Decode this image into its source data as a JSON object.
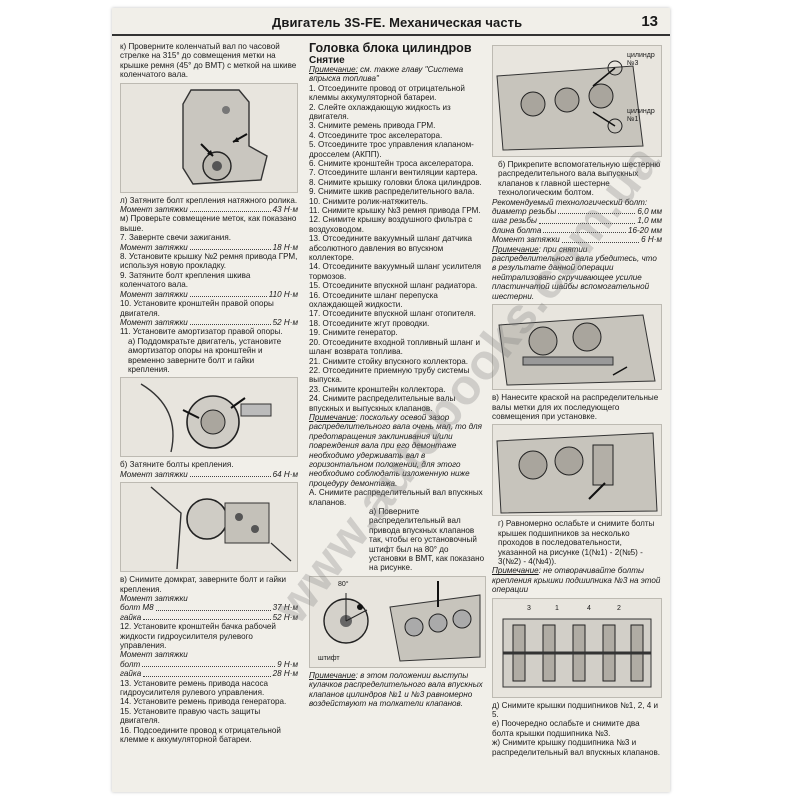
{
  "header": {
    "title": "Двигатель 3S-FE. Механическая часть",
    "page_number": "13"
  },
  "col1": {
    "k": "к) Проверните коленчатый вал по часовой стрелке на 315° до совмещения метки на крышке ремня (45° до ВМТ) с меткой на шкиве коленчатого вала.",
    "l": "л) Затяните болт крепления натяжного ролика.",
    "t1_label": "Момент затяжки",
    "t1_value": "43 Н·м",
    "m": "м) Проверьте совмещение меток, как показано выше.",
    "s7": "7. Завернте свечи зажигания.",
    "t2_label": "Момент затяжки",
    "t2_value": "18 Н·м",
    "s8": "8. Установите крышку №2 ремня привода ГРМ, используя новую прокладку.",
    "s9": "9. Затяните болт крепления шкива коленчатого вала.",
    "t3_label": "Момент затяжки",
    "t3_value": "110 Н·м",
    "s10": "10. Установите кронштейн правой опоры двигателя.",
    "t4_label": "Момент затяжки",
    "t4_value": "52 Н·м",
    "s11": "11. Установите амортизатор правой опоры.",
    "a": "а) Поддомкратьте двигатель, установите амортизатор опоры на кронштейн и временно заверните болт и гайки крепления.",
    "b": "б) Затяните болты крепления.",
    "t5_label": "Момент затяжки",
    "t5_value": "64 Н·м",
    "v": "в) Снимите домкрат, заверните болт и гайки крепления.",
    "t6_label": "Момент затяжки",
    "t6a_label": "болт М8",
    "t6a_value": "37 Н·м",
    "t6b_label": "гайка",
    "t6b_value": "52 Н·м",
    "s12": "12. Установите кронштейн бачка рабочей жидкости гидроусилителя рулевого управления.",
    "t7_label": "Момент затяжки",
    "t7a_label": "болт",
    "t7a_value": "9 Н·м",
    "t7b_label": "гайка",
    "t7b_value": "28 Н·м",
    "s13": "13. Установите ремень привода насоса гидроусилителя рулевого управления.",
    "s14": "14. Установите ремень привода генератора.",
    "s15": "15. Установите правую часть защиты двигателя.",
    "s16": "16. Подсоедините провод к отрицательной клемме к аккумуляторной батареи."
  },
  "col2": {
    "title": "Головка блока цилиндров",
    "subtitle": "Снятие",
    "note1_label": "Примечание:",
    "note1_text": " см. также главу \"Система впрыска топлива\"",
    "steps": [
      "1. Отсоедините провод от отрицательной клеммы аккумуляторной батареи.",
      "2. Слейте охлаждающую жидкость из двигателя.",
      "3. Снимите ремень привода ГРМ.",
      "4. Отсоедините трос акселератора.",
      "5. Отсоедините трос управления клапаном-дросселем (АКПП).",
      "6. Снимите кронштейн троса акселератора.",
      "7. Отсоедините шланги вентиляции картера.",
      "8. Снимите крышку головки блока цилиндров.",
      "9. Снимите шкив распределительного вала.",
      "10. Снимите ролик-натяжитель.",
      "11. Снимите крышку №3 ремня привода ГРМ.",
      "12. Снимите крышку воздушного фильтра с воздуховодом.",
      "13. Отсоедините вакуумный шланг датчика абсолютного давления во впускном коллекторе.",
      "14. Отсоедините вакуумный шланг усилителя тормозов.",
      "15. Отсоедините впускной шланг радиатора.",
      "16. Отсоедините шланг перепуска охлаждающей жидкости.",
      "17. Отсоедините впускной шланг отопителя.",
      "18. Отсоедините жгут проводки.",
      "19. Снимите генератор.",
      "20. Отсоедините входной топливный шланг и шланг возврата топлива.",
      "21. Снимите стойку впускного коллектора.",
      "22. Отсоедините приемную трубу системы выпуска.",
      "23. Снимите кронштейн коллектора.",
      "24. Снимите распределительные валы впускных и выпускных клапанов."
    ],
    "note2_label": "Примечание",
    "note2_text": ": поскольку осевой зазор распределительного вала очень мал, то для предотвращения заклинивания и/или повреждения вала при его демонтаже необходимо удерживать вал в горизонтальном положении, для этого необходимо соблюдать изложенную ниже процедуру демонтажа.",
    "stepA": "А. Снимите распределительный вал впускных клапанов.",
    "a": "а) Поверните распределительный вал привода впускных клапанов так, чтобы его установочный штифт был на 80° до установки в ВМТ, как показано на рисунке.",
    "fig_label_80": "80°",
    "fig_label_pin": "штифт",
    "note3_label": "Примечание",
    "note3_text": ": в этом положении выступы кулачков распределительного вала впускных клапанов цилиндров №1 и №3 равномерно воздействуют на толкатели клапанов."
  },
  "col3": {
    "fig1_cyl3": "цилиндр №3",
    "fig1_cyl1": "цилиндр №1",
    "b": "б) Прикрепите вспомогательную шестерню распределительного вала выпускных клапанов к главной шестерне технологическим болтом.",
    "bolt_heading": "Рекомендуемый технологический болт:",
    "bolt_d_label": "диаметр резьбы",
    "bolt_d_value": "6,0 мм",
    "bolt_p_label": "шаг резьбы",
    "bolt_p_value": "1,0 мм",
    "bolt_l_label": "длина болта",
    "bolt_l_value": "16-20 мм",
    "t_label": "Момент затяжки",
    "t_value": "6 Н·м",
    "note1_label": "Примечание",
    "note1_text": ": при снятии распределительного вала убедитесь, что в результате данной операции нейтрализовано скручивающее усилие пластинчатой шайбы вспомогательной шестерни.",
    "v": "в) Нанесите краской на распределительные валы метки для их последующего совмещения при установке.",
    "g": "г) Равномерно ослабьте и снимите болты крышек подшипников за несколько проходов в последовательности, указанной на рисунке (1(№1) - 2(№5) - 3(№2) - 4(№4)).",
    "note2_label": "Примечание",
    "note2_text": ": не отворачивайте болты крепления крышки подшипника №3 на этой операции",
    "fig4_nums": [
      "3",
      "1",
      "4",
      "2"
    ],
    "d": "д) Снимите крышки подшипников №1, 2, 4 и 5.",
    "e": "е) Поочередно ослабьте и снимите два болта крышки подшипника №3.",
    "zh": "ж) Снимите крышку подшипника №3 и распределительный вал впускных клапанов."
  },
  "watermark": "www.autobooks.com.ua"
}
